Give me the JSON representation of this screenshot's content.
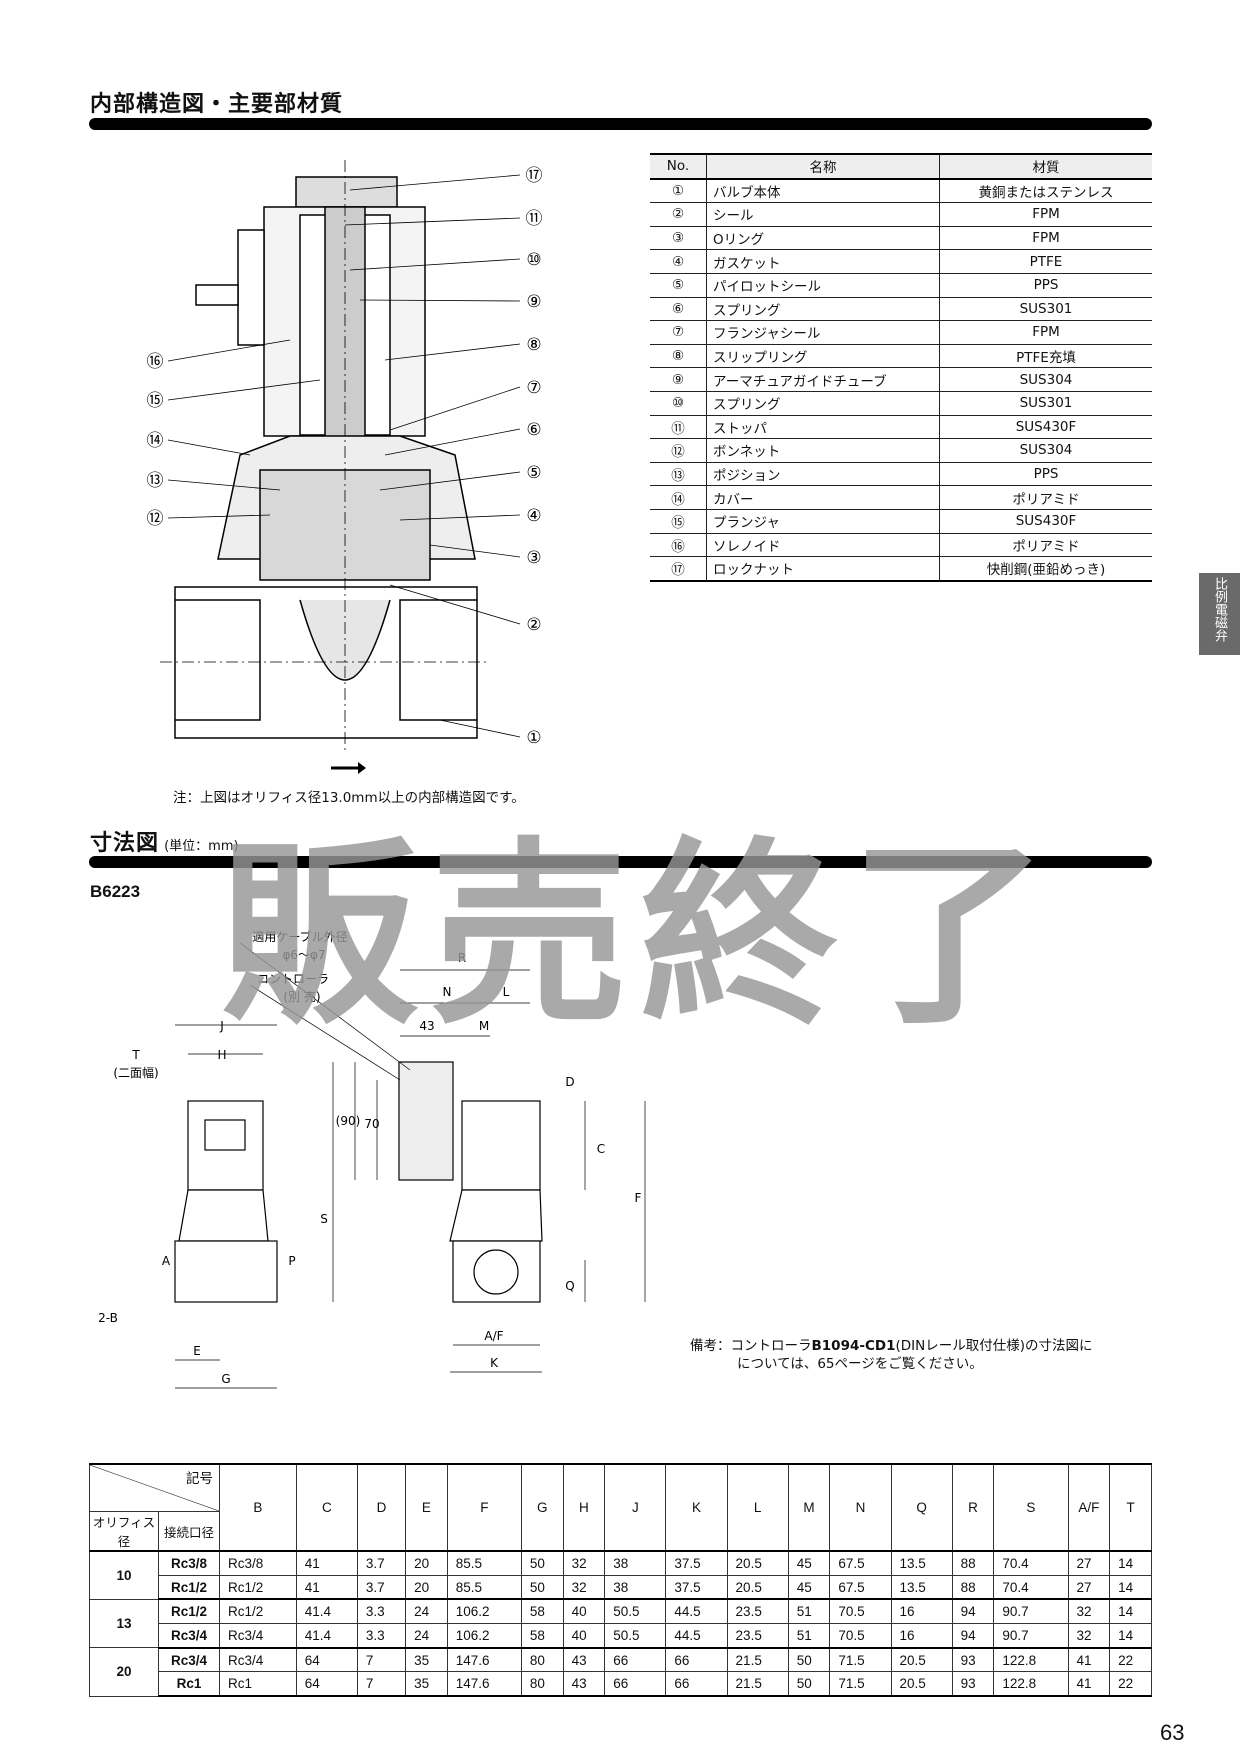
{
  "section1": {
    "title": "内部構造図・主要部材質",
    "note": "注：上図はオリフィス径13.0mm以上の内部構造図です。"
  },
  "parts_table": {
    "headers": [
      "No.",
      "名称",
      "材質"
    ],
    "rows": [
      [
        "①",
        "バルブ本体",
        "黄銅またはステンレス"
      ],
      [
        "②",
        "シール",
        "FPM"
      ],
      [
        "③",
        "Oリング",
        "FPM"
      ],
      [
        "④",
        "ガスケット",
        "PTFE"
      ],
      [
        "⑤",
        "パイロットシール",
        "PPS"
      ],
      [
        "⑥",
        "スプリング",
        "SUS301"
      ],
      [
        "⑦",
        "フランジャシール",
        "FPM"
      ],
      [
        "⑧",
        "スリップリング",
        "PTFE充填"
      ],
      [
        "⑨",
        "アーマチュアガイドチューブ",
        "SUS304"
      ],
      [
        "⑩",
        "スプリング",
        "SUS301"
      ],
      [
        "⑪",
        "ストッパ",
        "SUS430F"
      ],
      [
        "⑫",
        "ボンネット",
        "SUS304"
      ],
      [
        "⑬",
        "ポジション",
        "PPS"
      ],
      [
        "⑭",
        "カバー",
        "ポリアミド"
      ],
      [
        "⑮",
        "プランジャ",
        "SUS430F"
      ],
      [
        "⑯",
        "ソレノイド",
        "ポリアミド"
      ],
      [
        "⑰",
        "ロックナット",
        "快削鋼(亜鉛めっき)"
      ]
    ]
  },
  "callouts": {
    "c1": "①",
    "c2": "②",
    "c3": "③",
    "c4": "④",
    "c5": "⑤",
    "c6": "⑥",
    "c7": "⑦",
    "c8": "⑧",
    "c9": "⑨",
    "c10": "⑩",
    "c11": "⑪",
    "c12": "⑫",
    "c13": "⑬",
    "c14": "⑭",
    "c15": "⑮",
    "c16": "⑯",
    "c17": "⑰"
  },
  "section2": {
    "title": "寸法図",
    "unit": "(単位：mm)",
    "model": "B6223"
  },
  "dim_labels": {
    "J": "J",
    "H": "H",
    "T": "T",
    "T_note": "(二面幅)",
    "A": "A",
    "P": "P",
    "B": "2-B",
    "E": "E",
    "G": "G",
    "cable": "適用ケーブル外径",
    "cable_range": "φ6〜φ7",
    "controller": "コントローラ",
    "controller_note": "(別 売)",
    "R": "R",
    "N": "N",
    "L": "L",
    "d43": "43",
    "M": "M",
    "D": "D",
    "C": "C",
    "F": "F",
    "d90": "(90)",
    "d70": "70",
    "S": "S",
    "Q": "Q",
    "AF": "A/F",
    "K": "K"
  },
  "remark": {
    "prefix": "備考：",
    "text1": "コントローラ",
    "model": "B1094-CD1",
    "text2": "(DINレール取付仕様)の寸法図に",
    "line2": "については、65ページをご覧ください。"
  },
  "watermark": "販売終了",
  "side_tab": "比例電磁弁",
  "dims_table": {
    "corner_top": "記号",
    "corner_left": "オリフィス径",
    "corner_right": "接続口径",
    "columns": [
      "B",
      "C",
      "D",
      "E",
      "F",
      "G",
      "H",
      "J",
      "K",
      "L",
      "M",
      "N",
      "Q",
      "R",
      "S",
      "A/F",
      "T"
    ],
    "groups": [
      {
        "orifice": "10",
        "rows": [
          {
            "port": "Rc3/8",
            "values": [
              "Rc3/8",
              "41",
              "3.7",
              "20",
              "85.5",
              "50",
              "32",
              "38",
              "37.5",
              "20.5",
              "45",
              "67.5",
              "13.5",
              "88",
              "70.4",
              "27",
              "14"
            ]
          },
          {
            "port": "Rc1/2",
            "values": [
              "Rc1/2",
              "41",
              "3.7",
              "20",
              "85.5",
              "50",
              "32",
              "38",
              "37.5",
              "20.5",
              "45",
              "67.5",
              "13.5",
              "88",
              "70.4",
              "27",
              "14"
            ]
          }
        ]
      },
      {
        "orifice": "13",
        "rows": [
          {
            "port": "Rc1/2",
            "values": [
              "Rc1/2",
              "41.4",
              "3.3",
              "24",
              "106.2",
              "58",
              "40",
              "50.5",
              "44.5",
              "23.5",
              "51",
              "70.5",
              "16",
              "94",
              "90.7",
              "32",
              "14"
            ]
          },
          {
            "port": "Rc3/4",
            "values": [
              "Rc3/4",
              "41.4",
              "3.3",
              "24",
              "106.2",
              "58",
              "40",
              "50.5",
              "44.5",
              "23.5",
              "51",
              "70.5",
              "16",
              "94",
              "90.7",
              "32",
              "14"
            ]
          }
        ]
      },
      {
        "orifice": "20",
        "rows": [
          {
            "port": "Rc3/4",
            "values": [
              "Rc3/4",
              "64",
              "7",
              "35",
              "147.6",
              "80",
              "43",
              "66",
              "66",
              "21.5",
              "50",
              "71.5",
              "20.5",
              "93",
              "122.8",
              "41",
              "22"
            ]
          },
          {
            "port": "Rc1",
            "values": [
              "Rc1",
              "64",
              "7",
              "35",
              "147.6",
              "80",
              "43",
              "66",
              "66",
              "21.5",
              "50",
              "71.5",
              "20.5",
              "93",
              "122.8",
              "41",
              "22"
            ]
          }
        ]
      }
    ]
  },
  "page_number": "63"
}
